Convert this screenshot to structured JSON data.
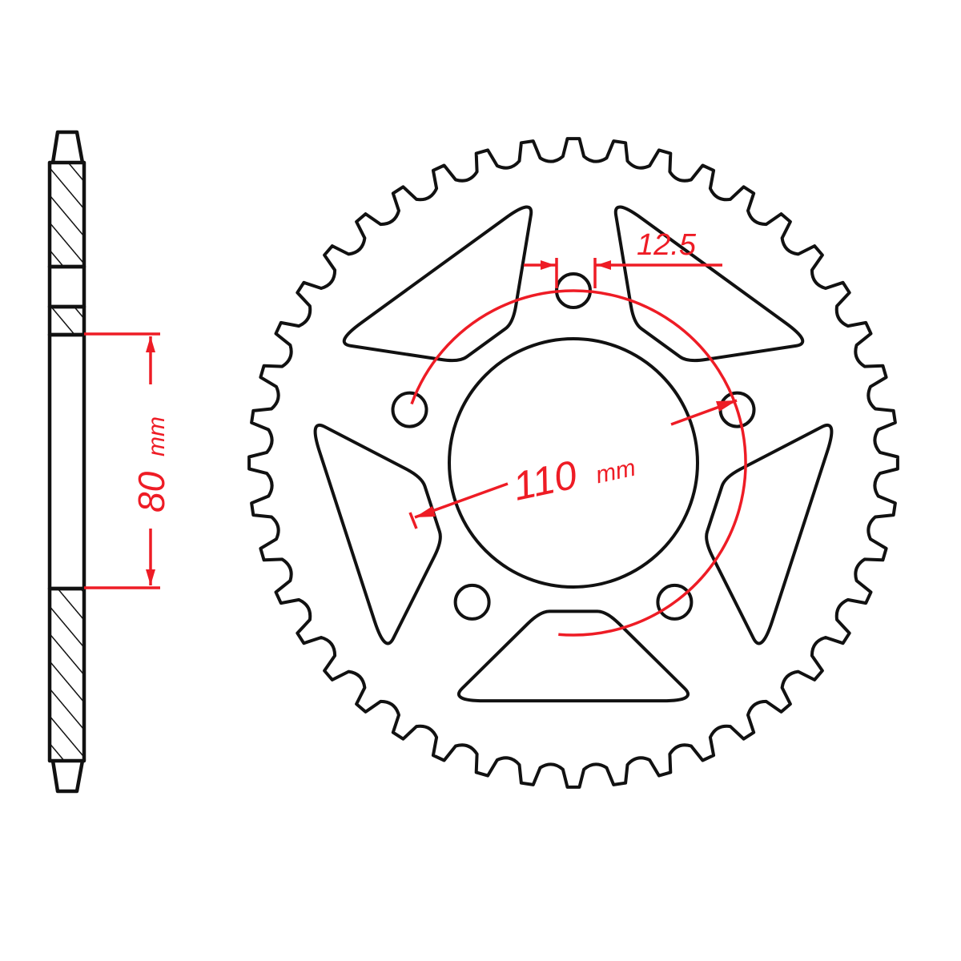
{
  "drawing": {
    "title": "Rear sprocket technical drawing",
    "line_color": "#111111",
    "dimension_color": "#ee1c25",
    "background": "#ffffff"
  },
  "side_view": {
    "dimension": {
      "value": "80",
      "unit": "mm",
      "label": "80 mm",
      "meaning": "center bore diameter"
    }
  },
  "front_view": {
    "teeth_count": 44,
    "bolt_holes": 5,
    "cutouts": 5,
    "pcd_dimension": {
      "value": "110",
      "unit": "mm",
      "label": "110 mm",
      "meaning": "bolt pitch circle diameter"
    },
    "bolt_hole_dimension": {
      "value": "12.5",
      "label": "12.5",
      "meaning": "bolt hole diameter"
    }
  }
}
